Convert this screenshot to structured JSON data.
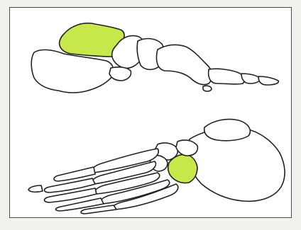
{
  "colors": {
    "highlight": "#c6e84a",
    "outline": "#222222",
    "frame": "#4a4a4a",
    "panel_background": "#ffffff",
    "page_background": "#f3f1ee"
  },
  "diagram": {
    "views": [
      {
        "name": "foot-lateral-view",
        "highlighted_bone": "talus"
      },
      {
        "name": "foot-dorsal-view",
        "highlighted_bone": "navicular"
      }
    ]
  }
}
